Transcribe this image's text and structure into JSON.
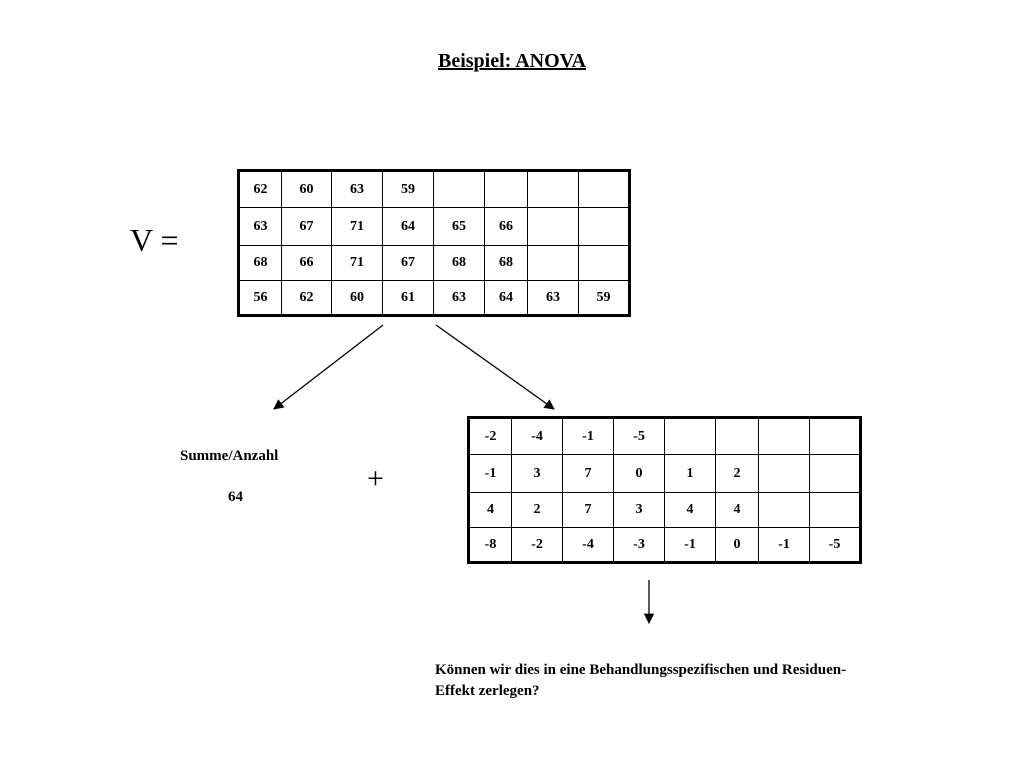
{
  "title": "Beispiel: ANOVA",
  "matrix_label": "V =",
  "matrix_v": [
    [
      "62",
      "60",
      "63",
      "59",
      "",
      "",
      "",
      ""
    ],
    [
      "63",
      "67",
      "71",
      "64",
      "65",
      "66",
      "",
      ""
    ],
    [
      "68",
      "66",
      "71",
      "67",
      "68",
      "68",
      "",
      ""
    ],
    [
      "56",
      "62",
      "60",
      "61",
      "63",
      "64",
      "63",
      "59"
    ]
  ],
  "mean": {
    "label": "Summe/Anzahl",
    "value": "64"
  },
  "plus": "+",
  "residuals": [
    [
      "-2",
      "-4",
      "-1",
      "-5",
      "",
      "",
      "",
      ""
    ],
    [
      "-1",
      "3",
      "7",
      "0",
      "1",
      "2",
      "",
      ""
    ],
    [
      "4",
      "2",
      "7",
      "3",
      "4",
      "4",
      "",
      ""
    ],
    [
      "-8",
      "-2",
      "-4",
      "-3",
      "-1",
      "0",
      "-1",
      "-5"
    ]
  ],
  "question": "Können wir dies in eine Behandlungsspezifischen und Residuen-Effekt zerlegen?"
}
